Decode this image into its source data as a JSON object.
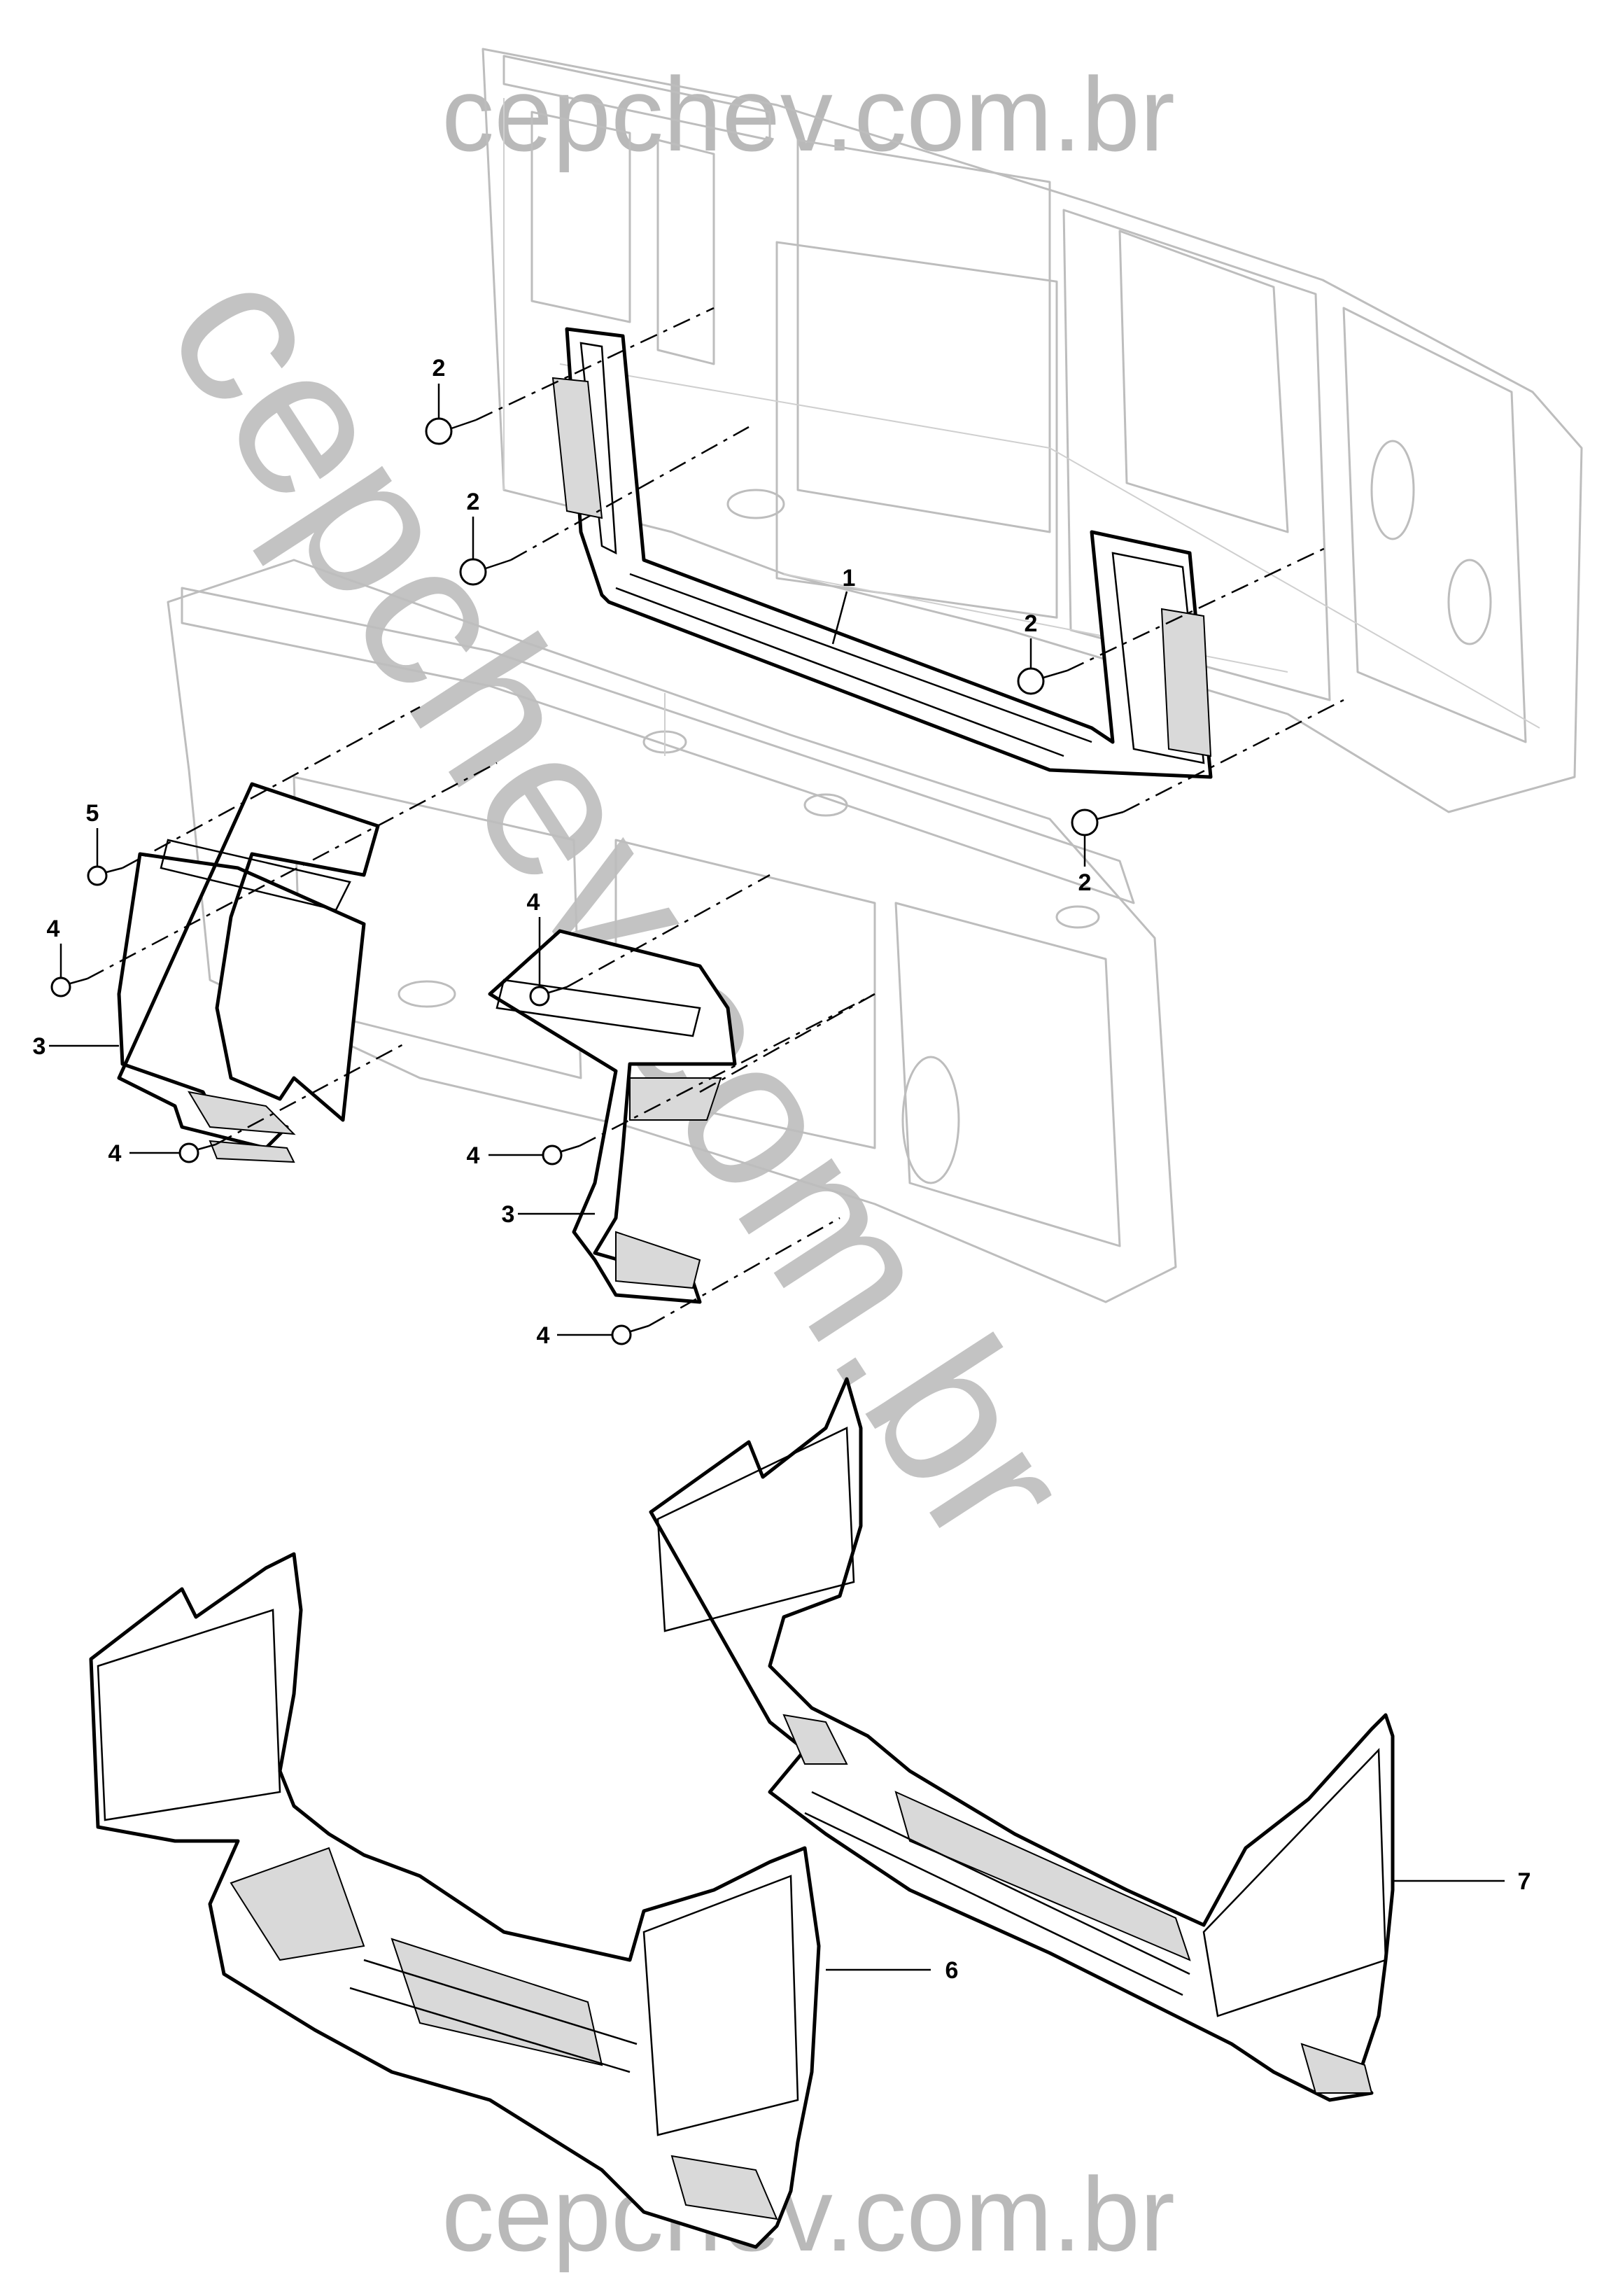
{
  "watermark": {
    "top": "cepchev.com.br",
    "bottom": "cepchev.com.br",
    "diagonal": "cepchev.com.br"
  },
  "callouts": {
    "c1": "1",
    "c2a": "2",
    "c2b": "2",
    "c2c": "2",
    "c2d": "2",
    "c3a": "3",
    "c3b": "3",
    "c4a": "4",
    "c4b": "4",
    "c4c": "4",
    "c4d": "4",
    "c4e": "4",
    "c5": "5",
    "c6": "6",
    "c7": "7"
  }
}
